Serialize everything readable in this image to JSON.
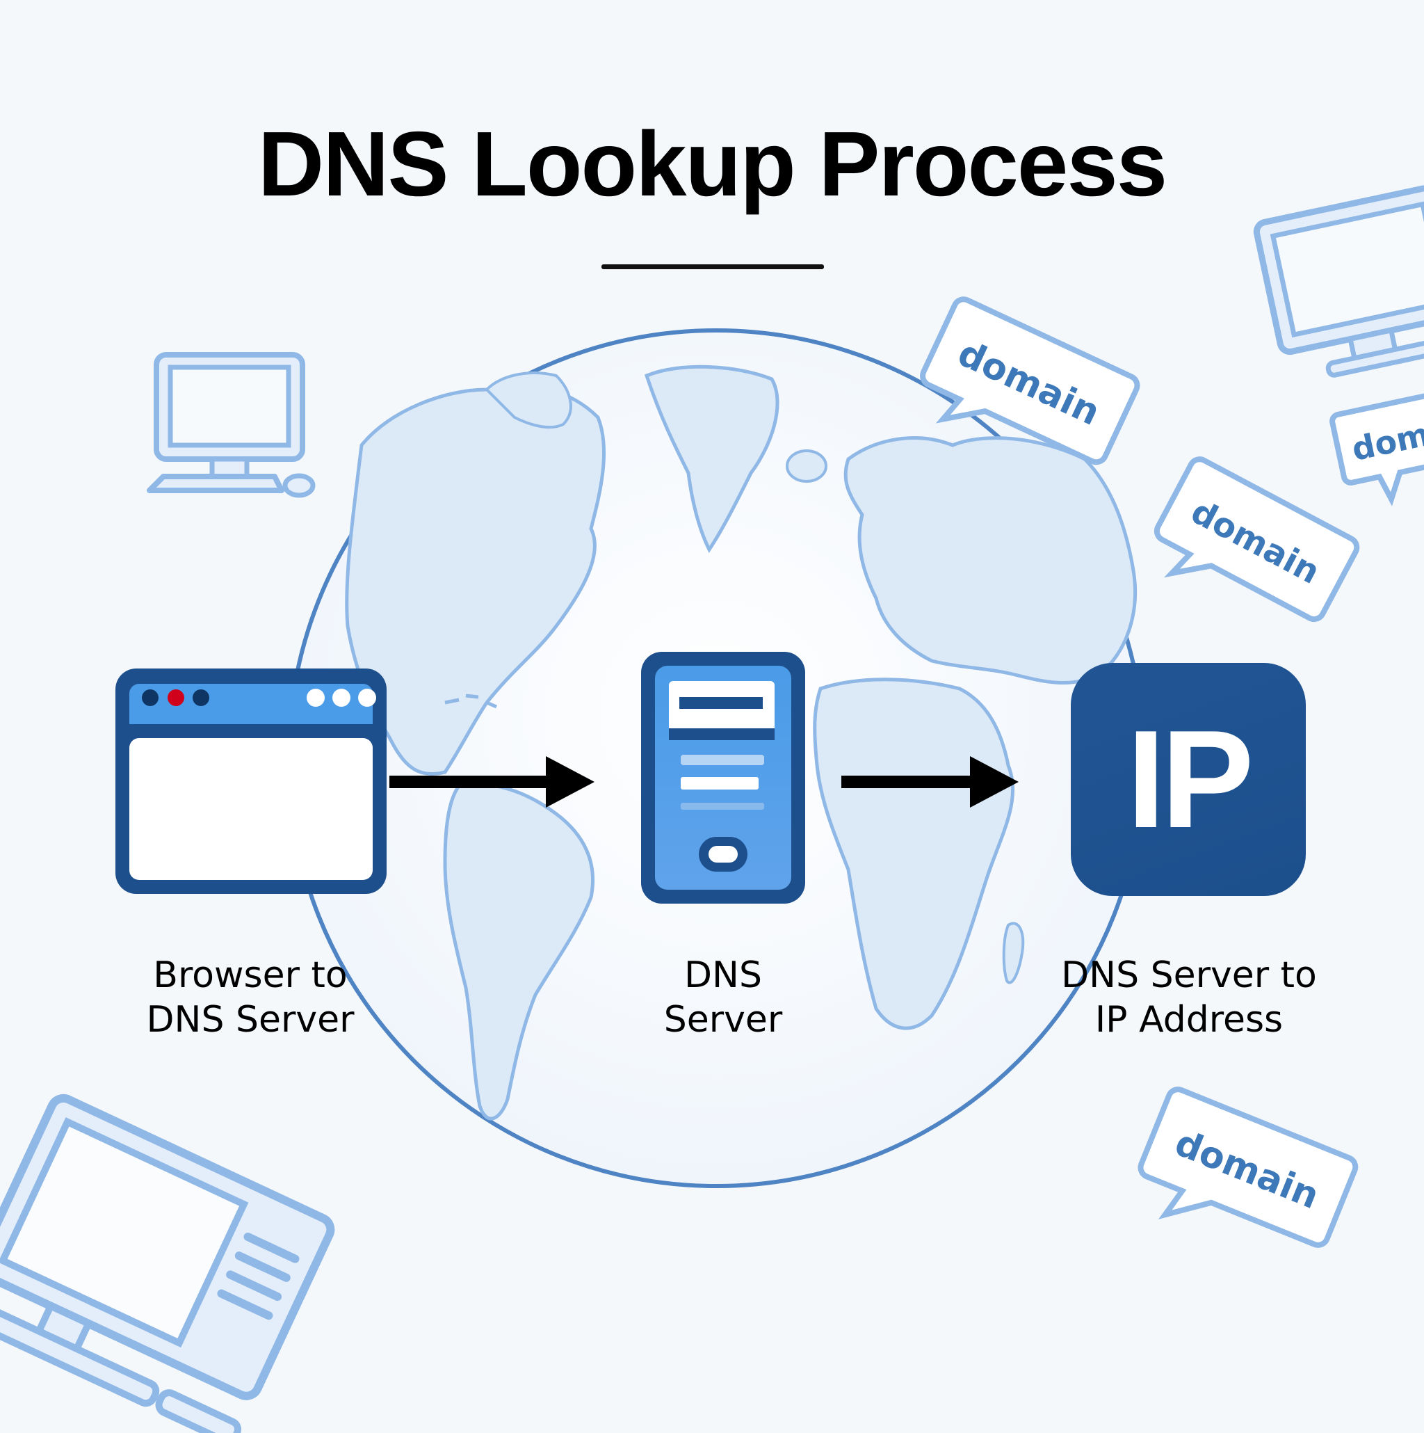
{
  "title": "DNS Lookup Process",
  "steps": [
    {
      "id": "browser",
      "icon": "browser-window-icon",
      "label_line1": "Browser to",
      "label_line2": "DNS Server"
    },
    {
      "id": "dns-server",
      "icon": "server-icon",
      "label_line1": "DNS",
      "label_line2": "Server"
    },
    {
      "id": "ip",
      "icon": "ip-badge-icon",
      "badge_text": "IP",
      "label_line1": "DNS Server to",
      "label_line2": "IP Address"
    }
  ],
  "decorations": {
    "bubble_text": "domain",
    "bubble_text_partial": "dom"
  },
  "colors": {
    "background": "#f4f8fb",
    "dark_blue": "#1d4f8c",
    "mid_blue": "#4a90e2",
    "light_blue": "#8fb8e6",
    "globe_fill": "#dce9f7",
    "globe_stroke": "#4f84c4",
    "dot_red": "#d0021b",
    "arrow": "#000000"
  }
}
